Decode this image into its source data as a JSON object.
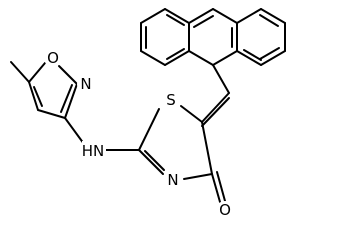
{
  "atoms": {
    "isoxazole_oxygen": "O",
    "isoxazole_nitrogen": "N",
    "amine_nh": "HN",
    "thiazole_sulfur": "S",
    "thiazole_nitrogen": "N",
    "carbonyl_oxygen": "O"
  }
}
